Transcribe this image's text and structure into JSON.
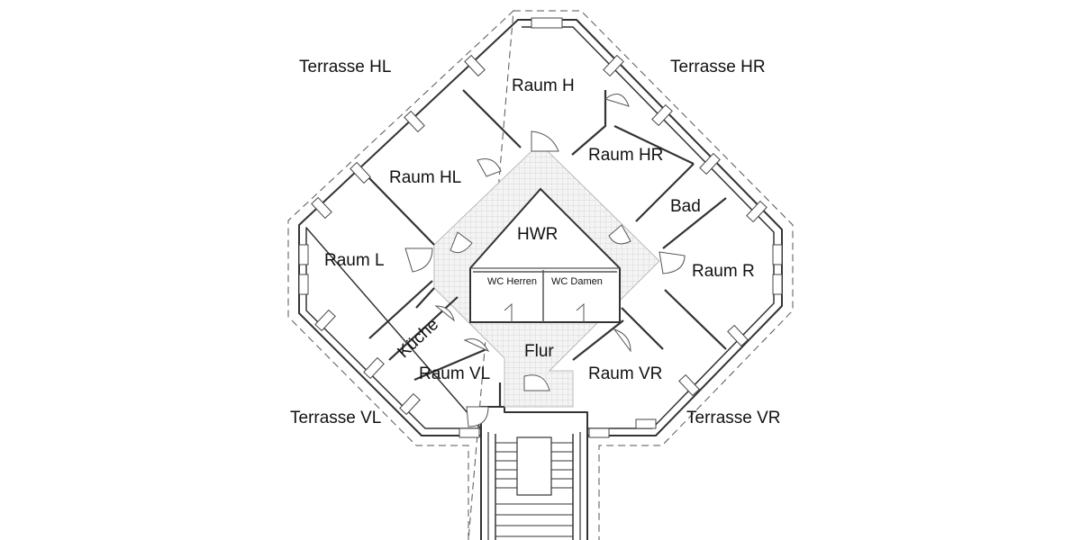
{
  "labels": {
    "terrasse_hl": "Terrasse HL",
    "terrasse_hr": "Terrasse HR",
    "terrasse_vl": "Terrasse VL",
    "terrasse_vr": "Terrasse VR",
    "raum_h": "Raum H",
    "raum_hr": "Raum HR",
    "raum_hl": "Raum HL",
    "raum_l": "Raum L",
    "raum_r": "Raum R",
    "raum_vl": "Raum VL",
    "raum_vr": "Raum VR",
    "bad": "Bad",
    "hwr": "HWR",
    "wc_herren": "WC Herren",
    "wc_damen": "WC Damen",
    "kueche": "Küche",
    "flur": "Flur"
  },
  "colors": {
    "wall": "#333333",
    "corridor_tile": "#d8d8d8",
    "dashed_outline": "#555555"
  }
}
